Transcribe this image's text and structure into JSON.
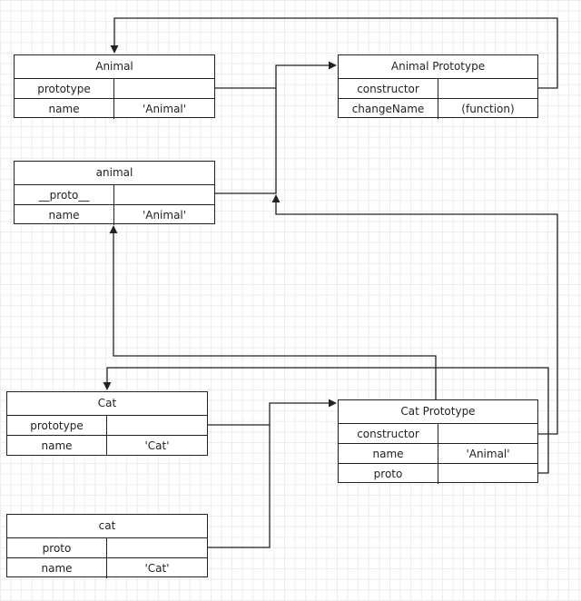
{
  "objects": {
    "animal_ctor": {
      "title": "Animal",
      "rows": [
        {
          "key": "prototype",
          "value": "",
          "pointer": true
        },
        {
          "key": "name",
          "value": "'Animal'",
          "pointer": false
        }
      ]
    },
    "animal_proto": {
      "title": "Animal Prototype",
      "rows": [
        {
          "key": "constructor",
          "value": "",
          "pointer": true
        },
        {
          "key": "changeName",
          "value": "(function)",
          "pointer": false
        }
      ]
    },
    "animal_inst": {
      "title": "animal",
      "rows": [
        {
          "key": "__proto__",
          "value": "",
          "pointer": true
        },
        {
          "key": "name",
          "value": "'Animal'",
          "pointer": false
        }
      ]
    },
    "cat_ctor": {
      "title": "Cat",
      "rows": [
        {
          "key": "prototype",
          "value": "",
          "pointer": true
        },
        {
          "key": "name",
          "value": "'Cat'",
          "pointer": false
        }
      ]
    },
    "cat_proto": {
      "title": "Cat Prototype",
      "rows": [
        {
          "key": "constructor",
          "value": "",
          "pointer": true
        },
        {
          "key": "name",
          "value": "'Animal'",
          "pointer": false
        },
        {
          "key": "proto",
          "value": "",
          "pointer": true
        }
      ]
    },
    "cat_inst": {
      "title": "cat",
      "rows": [
        {
          "key": "proto",
          "value": "",
          "pointer": true
        },
        {
          "key": "name",
          "value": "'Cat'",
          "pointer": false
        }
      ]
    }
  },
  "colors": {
    "line": "#222222",
    "box_border": "#222222",
    "grid": "#ececec"
  }
}
